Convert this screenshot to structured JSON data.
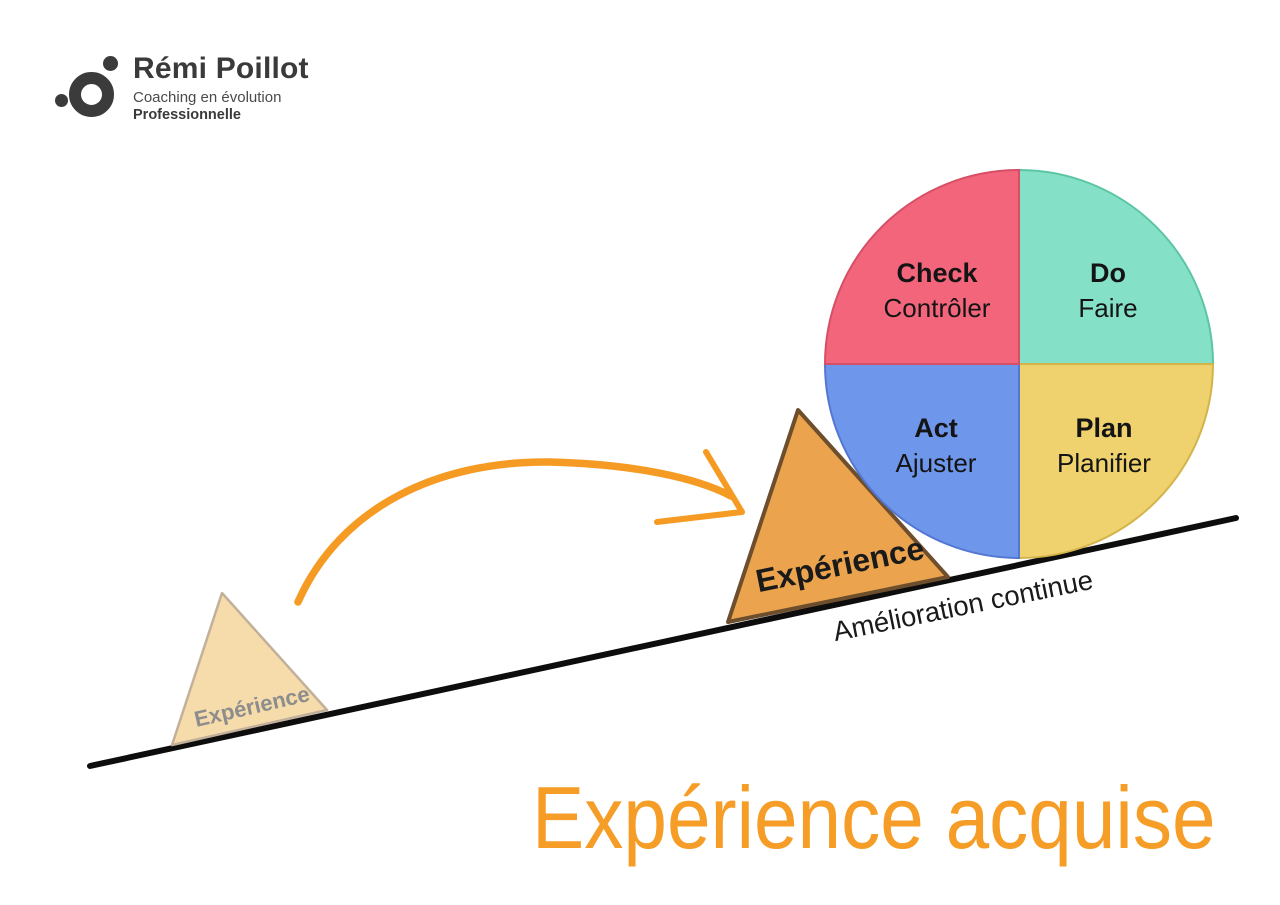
{
  "logo": {
    "name": "Rémi Poillot",
    "tagline1": "Coaching en évolution",
    "tagline2": "Professionnelle"
  },
  "pdca": {
    "quadrants": [
      {
        "id": "check",
        "en": "Check",
        "fr": "Contrôler",
        "color": "#f3657b",
        "edge": "#d54f66"
      },
      {
        "id": "do",
        "en": "Do",
        "fr": "Faire",
        "color": "#85e0c8",
        "edge": "#5cc5a4"
      },
      {
        "id": "act",
        "en": "Act",
        "fr": "Ajuster",
        "color": "#6e96ea",
        "edge": "#5377d2"
      },
      {
        "id": "plan",
        "en": "Plan",
        "fr": "Planifier",
        "color": "#efd26e",
        "edge": "#d3b44b"
      }
    ]
  },
  "slope_label": "Amélioration continue",
  "big_triangle_label": "Expérience",
  "small_triangle_label": "Expérience",
  "title": "Expérience acquise",
  "colors": {
    "arrow": "#f59b23",
    "title_text": "#f59d27",
    "big_triangle_fill": "#eba44d",
    "big_triangle_edge": "#6d4e2d",
    "small_triangle_fill": "#f7dcab",
    "small_triangle_edge": "#c2b09a",
    "slope_line": "#0d0d0d",
    "logo_ink": "#3b3b3b"
  }
}
